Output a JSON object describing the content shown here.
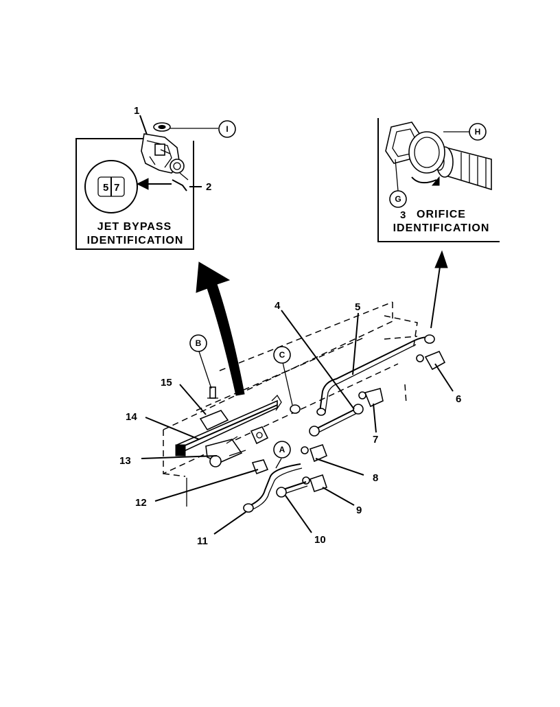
{
  "header": {
    "top_text": ""
  },
  "insets": {
    "jet_bypass": {
      "caption_line1": "JET BYPASS",
      "caption_line2": "IDENTIFICATION",
      "dial_left": "5",
      "dial_right": "7"
    },
    "orifice": {
      "caption_number": "3",
      "caption_line1": "ORIFICE",
      "caption_line2": "IDENTIFICATION"
    }
  },
  "reference_letters": [
    "I",
    "H",
    "G",
    "B",
    "C",
    "A"
  ],
  "callouts": [
    "1",
    "2",
    "4",
    "5",
    "6",
    "7",
    "8",
    "9",
    "10",
    "11",
    "12",
    "13",
    "14",
    "15"
  ]
}
